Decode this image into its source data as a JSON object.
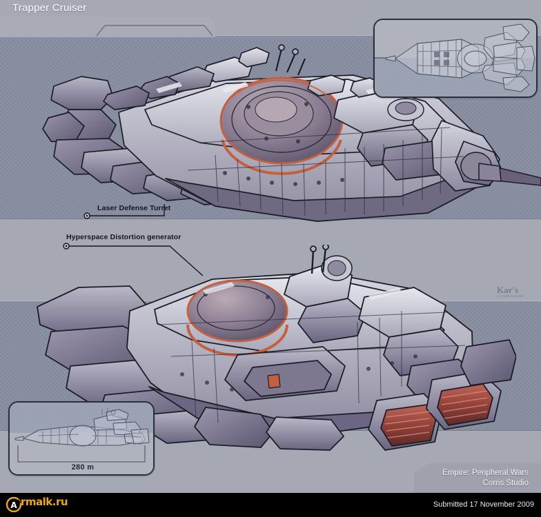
{
  "artwork": {
    "title": "Trapper Cruiser",
    "subject": "spaceship-concept-art",
    "credits": {
      "line1": "Empire: Peripheral Wars",
      "line2": "Corris Studio"
    },
    "watermark": {
      "main": "Kar's",
      "sub": "(c) 2009 Gorrawk"
    }
  },
  "annotations": [
    {
      "id": "laser-defense-turret",
      "label": "Laser Defense Turret"
    },
    {
      "id": "hyperspace-distortion-generator",
      "label": "Hyperspace Distortion generator"
    }
  ],
  "insets": {
    "top_view": {
      "name": "top-down-orthographic-view"
    },
    "scale_view": {
      "name": "side-profile-scale-view",
      "scale_label": "280 m"
    }
  },
  "colors": {
    "background_light": "#a6a9b4",
    "background_dark": "#848b9d",
    "hull_light": "#c9cad6",
    "hull_mid": "#9c97ad",
    "hull_dark": "#6f6a82",
    "hull_shadow": "#4a4659",
    "outline": "#1b1d26",
    "accent_orange": "#c4603f",
    "accent_red": "#8e3a33",
    "engine_glow": "#b5554a",
    "panel_border": "#2a2f3d",
    "logo_orange": "#f0a520",
    "footer_bg": "#000000",
    "title_text": "#ffffff",
    "label_text": "#14171f"
  },
  "footer": {
    "logo_text": "rmalk.ru",
    "logo_letter": "A",
    "submitted": "Submitted 17 November 2009"
  }
}
